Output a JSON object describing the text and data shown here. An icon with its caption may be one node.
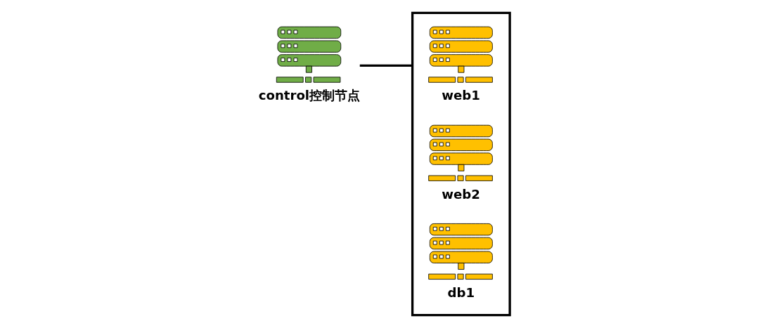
{
  "diagram": {
    "nodes": [
      {
        "text": [
          "control控制节点"
        ]
      },
      {
        "text": [],
        "shape": "box"
      },
      {
        "text": [
          "web1"
        ],
        "in": 1
      },
      {
        "text": [
          "web2"
        ],
        "in": 1
      },
      {
        "text": [
          "db1"
        ],
        "in": 1
      }
    ],
    "edges": [
      {
        "from": 0,
        "to": 1,
        "arrow": "none"
      }
    ]
  }
}
